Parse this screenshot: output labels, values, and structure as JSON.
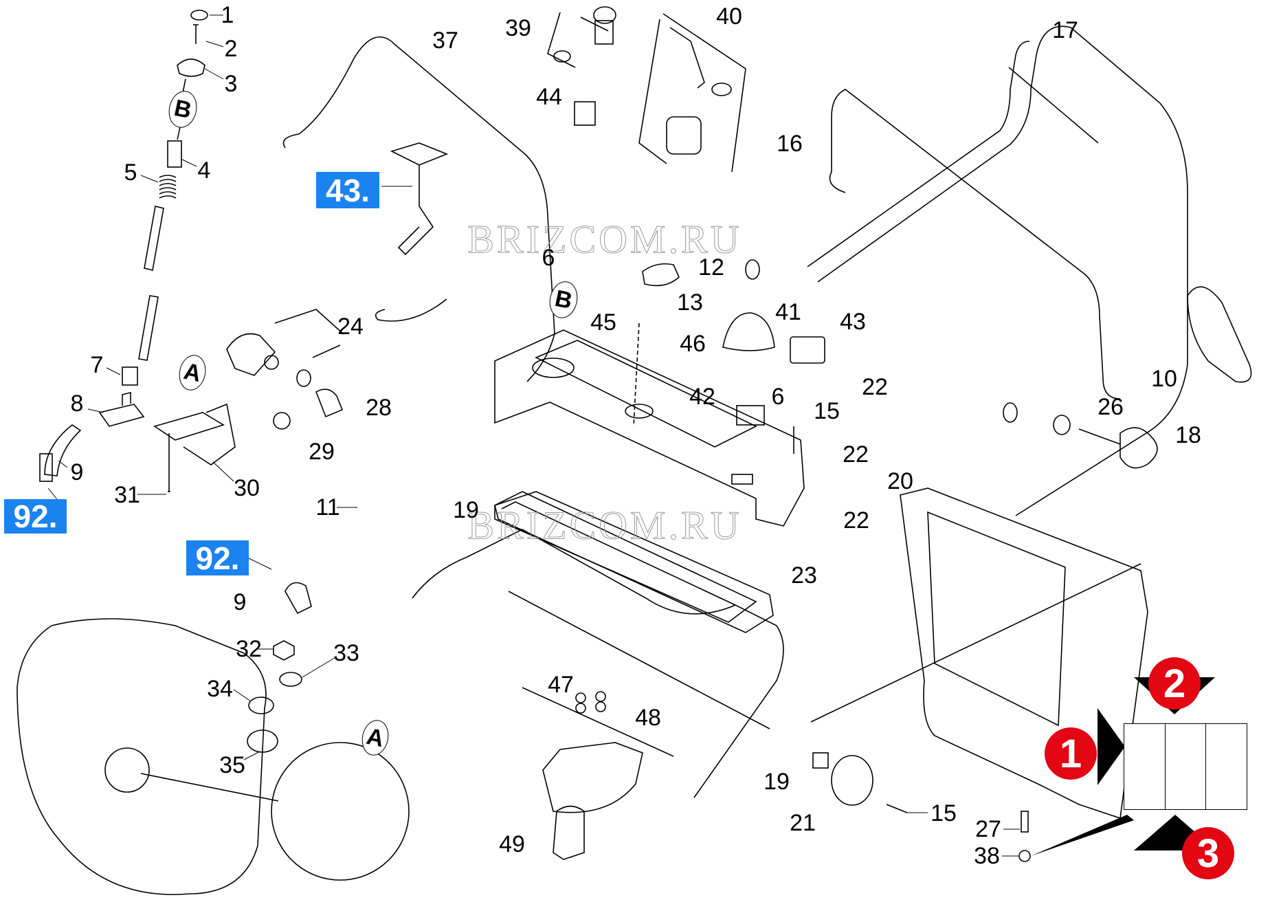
{
  "diagram": {
    "type": "exploded-parts-diagram",
    "watermark": "BRIZCOM.RU",
    "part_labels": [
      {
        "id": "1",
        "text": "1"
      },
      {
        "id": "2",
        "text": "2"
      },
      {
        "id": "3",
        "text": "3"
      },
      {
        "id": "4",
        "text": "4"
      },
      {
        "id": "5",
        "text": "5"
      },
      {
        "id": "6a",
        "text": "6"
      },
      {
        "id": "6b",
        "text": "6"
      },
      {
        "id": "7",
        "text": "7"
      },
      {
        "id": "8",
        "text": "8"
      },
      {
        "id": "9a",
        "text": "9"
      },
      {
        "id": "9b",
        "text": "9"
      },
      {
        "id": "10",
        "text": "10"
      },
      {
        "id": "11",
        "text": "11"
      },
      {
        "id": "12",
        "text": "12"
      },
      {
        "id": "13",
        "text": "13"
      },
      {
        "id": "15a",
        "text": "15"
      },
      {
        "id": "15b",
        "text": "15"
      },
      {
        "id": "16",
        "text": "16"
      },
      {
        "id": "17",
        "text": "17"
      },
      {
        "id": "18",
        "text": "18"
      },
      {
        "id": "19a",
        "text": "19"
      },
      {
        "id": "19b",
        "text": "19"
      },
      {
        "id": "20",
        "text": "20"
      },
      {
        "id": "21",
        "text": "21"
      },
      {
        "id": "22a",
        "text": "22"
      },
      {
        "id": "22b",
        "text": "22"
      },
      {
        "id": "22c",
        "text": "22"
      },
      {
        "id": "23",
        "text": "23"
      },
      {
        "id": "24",
        "text": "24"
      },
      {
        "id": "26",
        "text": "26"
      },
      {
        "id": "27",
        "text": "27"
      },
      {
        "id": "28",
        "text": "28"
      },
      {
        "id": "29",
        "text": "29"
      },
      {
        "id": "30",
        "text": "30"
      },
      {
        "id": "31",
        "text": "31"
      },
      {
        "id": "32",
        "text": "32"
      },
      {
        "id": "33",
        "text": "33"
      },
      {
        "id": "34",
        "text": "34"
      },
      {
        "id": "35",
        "text": "35"
      },
      {
        "id": "37",
        "text": "37"
      },
      {
        "id": "38",
        "text": "38"
      },
      {
        "id": "39",
        "text": "39"
      },
      {
        "id": "40",
        "text": "40"
      },
      {
        "id": "41",
        "text": "41"
      },
      {
        "id": "42",
        "text": "42"
      },
      {
        "id": "43",
        "text": "43"
      },
      {
        "id": "44",
        "text": "44"
      },
      {
        "id": "45",
        "text": "45"
      },
      {
        "id": "46",
        "text": "46"
      },
      {
        "id": "47",
        "text": "47"
      },
      {
        "id": "48",
        "text": "48"
      },
      {
        "id": "49",
        "text": "49"
      }
    ],
    "highlight_callouts": [
      {
        "id": "43",
        "text": "43."
      },
      {
        "id": "92a",
        "text": "92."
      },
      {
        "id": "92b",
        "text": "92."
      }
    ],
    "reference_markers": [
      {
        "id": "B1",
        "text": "B"
      },
      {
        "id": "B2",
        "text": "B"
      },
      {
        "id": "A1",
        "text": "A"
      },
      {
        "id": "A2",
        "text": "A"
      }
    ],
    "fastener_badges": [
      {
        "id": "1",
        "text": "1"
      },
      {
        "id": "2",
        "text": "2"
      },
      {
        "id": "3",
        "text": "3"
      }
    ],
    "colors": {
      "callout_blue": "#1a83f0",
      "badge_red": "#e30613",
      "line": "#000000",
      "background": "#ffffff"
    }
  }
}
